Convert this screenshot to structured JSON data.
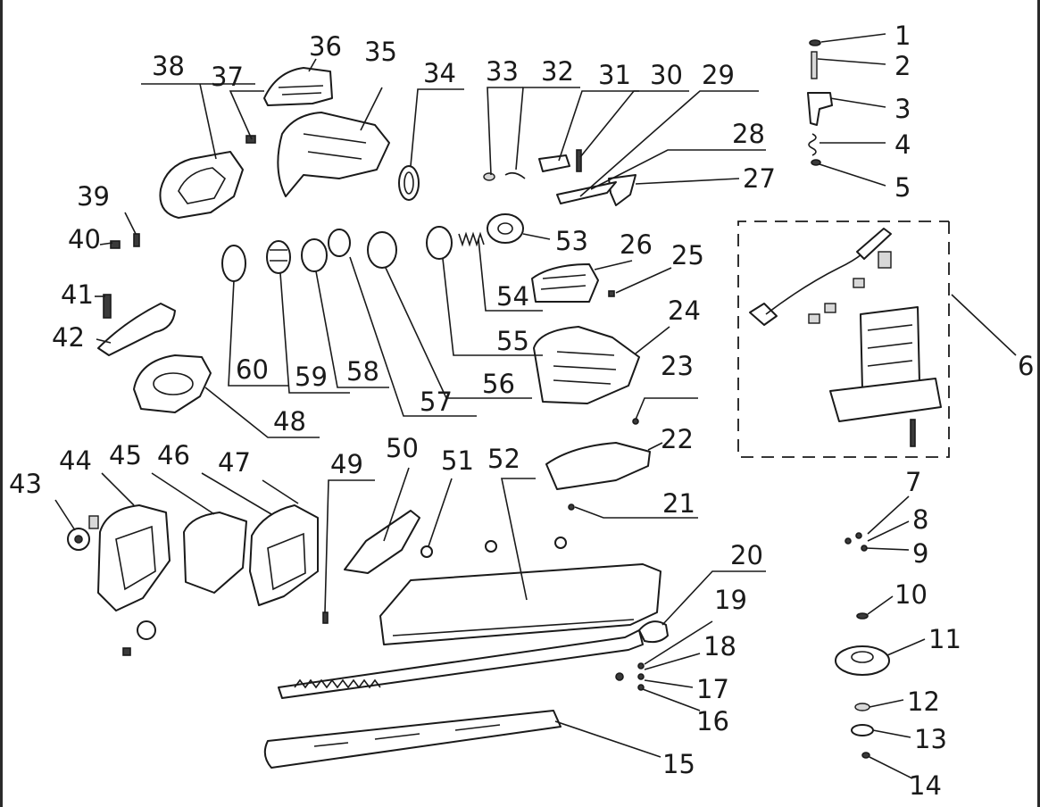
{
  "diagram": {
    "labels": [
      "1",
      "2",
      "3",
      "4",
      "5",
      "6",
      "7",
      "8",
      "9",
      "10",
      "11",
      "12",
      "13",
      "14",
      "15",
      "16",
      "17",
      "18",
      "19",
      "20",
      "21",
      "22",
      "23",
      "24",
      "25",
      "26",
      "27",
      "28",
      "29",
      "30",
      "31",
      "32",
      "33",
      "34",
      "35",
      "36",
      "37",
      "38",
      "39",
      "40",
      "41",
      "42",
      "43",
      "44",
      "45",
      "46",
      "47",
      "48",
      "49",
      "50",
      "51",
      "52",
      "53",
      "54",
      "55",
      "56",
      "57",
      "58",
      "59",
      "60"
    ]
  }
}
